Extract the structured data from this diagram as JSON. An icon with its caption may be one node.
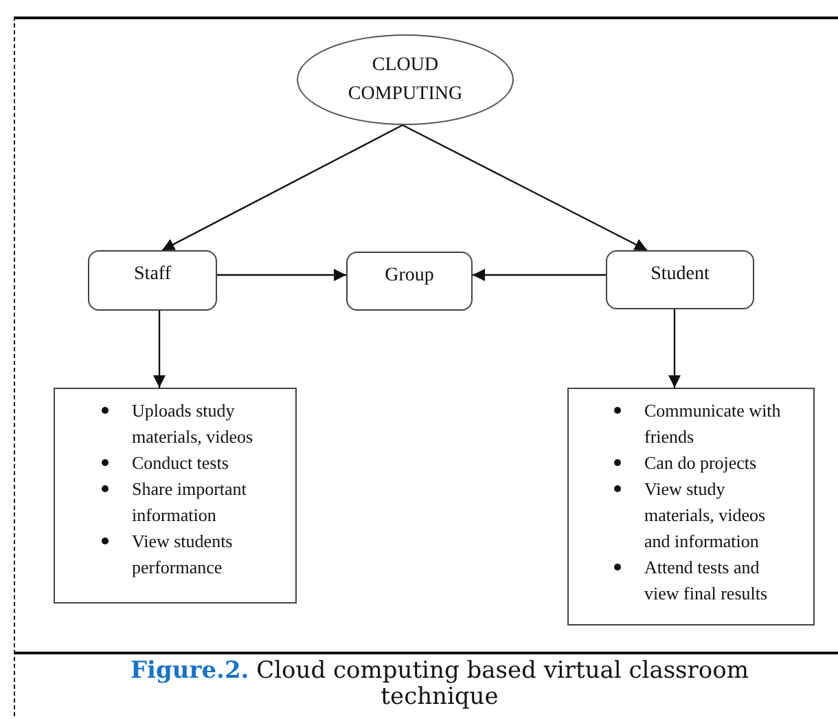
{
  "diagram": {
    "caption": "**Figure.2.** Cloud computing based virtual classroom technique",
    "nodes": [
      {
        "text": [
          "CLOUD COMPUTING"
        ]
      },
      {
        "text": [
          "Staff"
        ]
      },
      {
        "text": [
          "Group"
        ]
      },
      {
        "text": [
          "Student"
        ]
      },
      {
        "text": [
          "Uploads study materials, videos",
          "Conduct tests",
          "Share  important information",
          "View students performance"
        ]
      },
      {
        "text": [
          "Communicate with friends",
          "Can do projects",
          "View study materials, videos and information",
          "Attend tests and view final results"
        ]
      }
    ],
    "edges": [
      {
        "from": 0,
        "to": 1,
        "arrow": "to"
      },
      {
        "from": 0,
        "to": 3,
        "arrow": "to"
      },
      {
        "from": 1,
        "to": 2,
        "arrow": "to"
      },
      {
        "from": 3,
        "to": 2,
        "arrow": "to"
      },
      {
        "from": 1,
        "to": 4,
        "arrow": "to"
      },
      {
        "from": 3,
        "to": 5,
        "arrow": "to"
      }
    ]
  }
}
